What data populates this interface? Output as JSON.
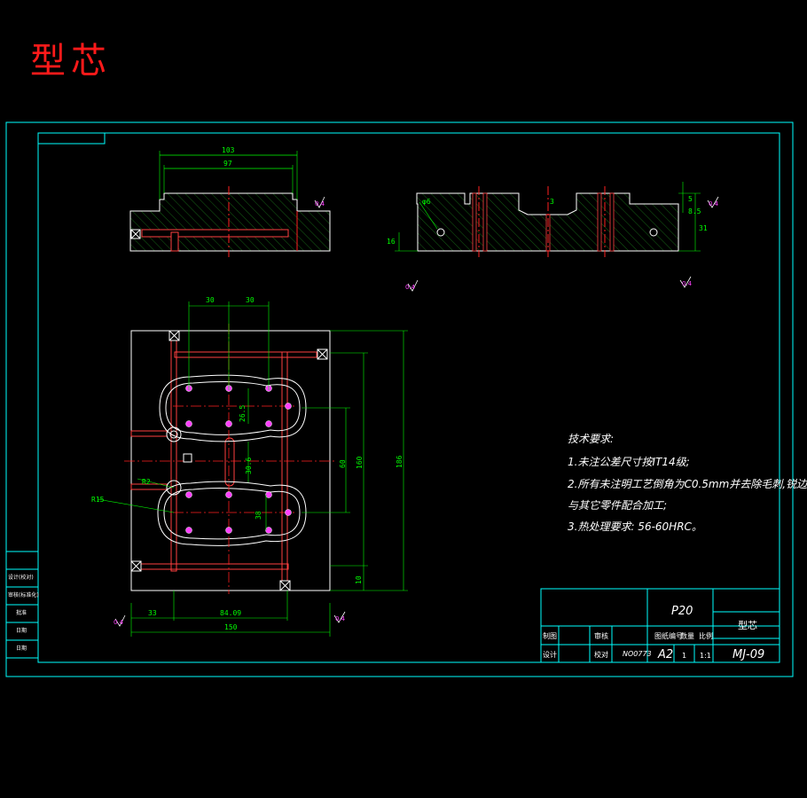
{
  "title": "型芯",
  "tech_requirements": {
    "heading": "技术要求:",
    "items": [
      "1.未注公差尺寸按IT14级;",
      "2.所有未注明工艺倒角为C0.5mm并去除毛刺,锐边",
      "与其它零件配合加工;",
      "3.热处理要求: 56-60HRC。"
    ]
  },
  "title_block": {
    "material": "P20",
    "part_name": "型芯",
    "drawing_no": "MJ-09",
    "sheet_size": "A2",
    "scale": "1:1",
    "count": "1",
    "labels": {
      "drawn": "制图",
      "check": "审核",
      "design": "设计",
      "review": "校对",
      "school": "图纸编号",
      "qty": "数量",
      "ratio": "比例",
      "code": "NO0773"
    },
    "side_labels": [
      "设计(校对)",
      "审核(标准化)",
      "批准",
      "日期",
      "日期"
    ]
  },
  "dimensions": {
    "top_103": "103",
    "top_97": "97",
    "r_5": "5",
    "r_85": "8.5",
    "r_31": "31",
    "r_3": "3",
    "l_16": "16",
    "d_phi6": "φ6",
    "p_30a": "30",
    "p_30b": "30",
    "p_265": "26.5",
    "p_306": "30.6",
    "p_38": "38",
    "p_60": "60",
    "p_160": "160",
    "p_186": "186",
    "p_10": "10",
    "p_33": "33",
    "p_8409": "84.09",
    "p_150": "150",
    "p_r15": "R15",
    "p_r2": "R2"
  },
  "roughness": [
    "0.4",
    "0.4",
    "0.4",
    "0.4",
    "0.4",
    "0.4"
  ]
}
